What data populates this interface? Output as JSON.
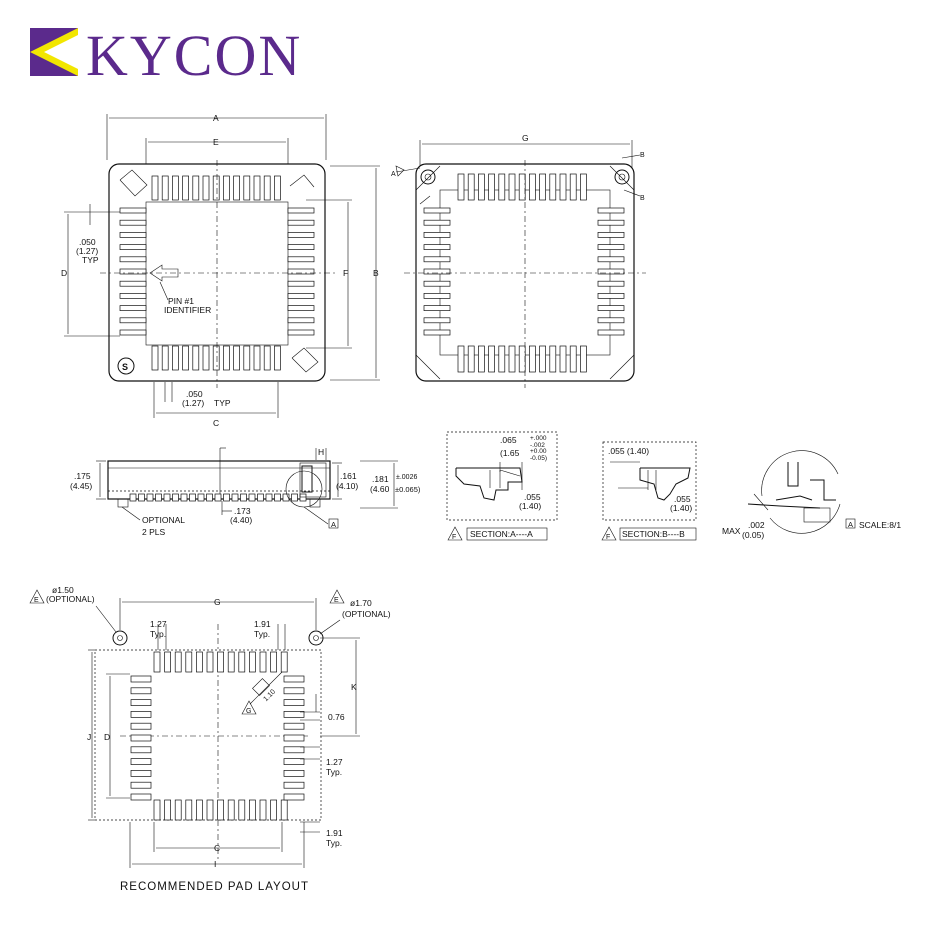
{
  "logo": {
    "text": "KYCON",
    "color": "#5b2a8c",
    "mark_color": "#5b2a8c",
    "accent": "#f2e600"
  },
  "top_view": {
    "dim_A": "A",
    "dim_E": "E",
    "dim_B": "B",
    "dim_D": "D",
    "dim_F": "F",
    "dim_C": "C",
    "pitch_in": ".050",
    "pitch_mm": "(1.27)",
    "pitch_typ": "TYP",
    "pitch2_in": ".050",
    "pitch2_mm": "(1.27)",
    "pitch2_typ": "TYP",
    "pin1_line1": "PIN #1",
    "pin1_line2": "IDENTIFIER",
    "s_mark": "S"
  },
  "bottom_view": {
    "dim_G": "G",
    "mark_A": "A",
    "mark_B1": "B",
    "mark_B2": "B"
  },
  "side_view": {
    "h_in": ".175",
    "h_mm": "(4.45)",
    "h2_in": ".161",
    "h2_mm": "(4.10)",
    "h3_in": ".181",
    "h3_tol_in": "±.0026",
    "h3_mm": "(4.60",
    "h3_tol_mm": "±0.065)",
    "w_in": ".173",
    "w_mm": "(4.40)",
    "opt_line1": "OPTIONAL",
    "opt_line2": "2 PLS",
    "mark_H": "H",
    "mark_A": "A"
  },
  "section_a": {
    "v1_in": ".065",
    "v1_tol_plus": "+.000",
    "v1_tol_minus": "-.002",
    "v1_mm": "(1.65",
    "v1_mm_plus": "+0.00",
    "v1_mm_minus": "-0.05)",
    "v2_in": ".055",
    "v2_mm": "(1.40)",
    "flag": "F",
    "label": "SECTION:A----A"
  },
  "section_b": {
    "v1": ".055 (1.40)",
    "v2_in": ".055",
    "v2_mm": "(1.40)",
    "flag": "F",
    "label": "SECTION:B----B"
  },
  "detail": {
    "max_label": "MAX",
    "max_in": ".002",
    "max_mm": "(0.05)",
    "mark_A": "A",
    "scale": "SCALE:8/1"
  },
  "pad_layout": {
    "caption": "RECOMMENDED PAD LAYOUT",
    "hole_left_flag": "E",
    "hole_left_dia": "ø1.50",
    "hole_left_opt": "(OPTIONAL)",
    "hole_right_flag": "E",
    "hole_right_dia": "ø1.70",
    "hole_right_opt": "(OPTIONAL)",
    "dim_G": "G",
    "dim_J": "J",
    "dim_D": "D",
    "dim_K": "K",
    "dim_C": "C",
    "dim_I": "I",
    "pitch_top": "1.27",
    "pitch_top_typ": "Typ.",
    "pitch_top2": "1.91",
    "pitch_top2_typ": "Typ.",
    "r1": "0.76",
    "r2": "1.27",
    "r2_typ": "Typ.",
    "r3": "1.91",
    "r3_typ": "Typ.",
    "diag": "1.10",
    "flag_G": "G"
  }
}
